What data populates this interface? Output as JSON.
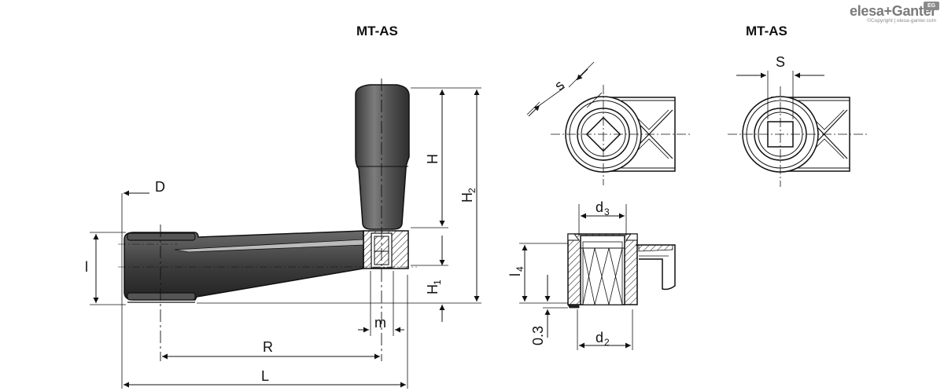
{
  "titles": {
    "left": "MT-AS",
    "right": "MT-AS"
  },
  "logo": {
    "text": "elesa+Ganter",
    "copyright": "©Copyright | elesa-ganter.com",
    "badge": "EG"
  },
  "dimensions": {
    "D": "D",
    "l": "l",
    "H": "H",
    "H2": "H",
    "H2_sub": "2",
    "H1": "H",
    "H1_sub": "1",
    "m": "m",
    "R": "R",
    "L": "L",
    "s": "s",
    "S": "S",
    "d3": "d",
    "d3_sub": "3",
    "l4": "l",
    "l4_sub": "4",
    "gap": "0.3",
    "d2": "d",
    "d2_sub": "2"
  }
}
